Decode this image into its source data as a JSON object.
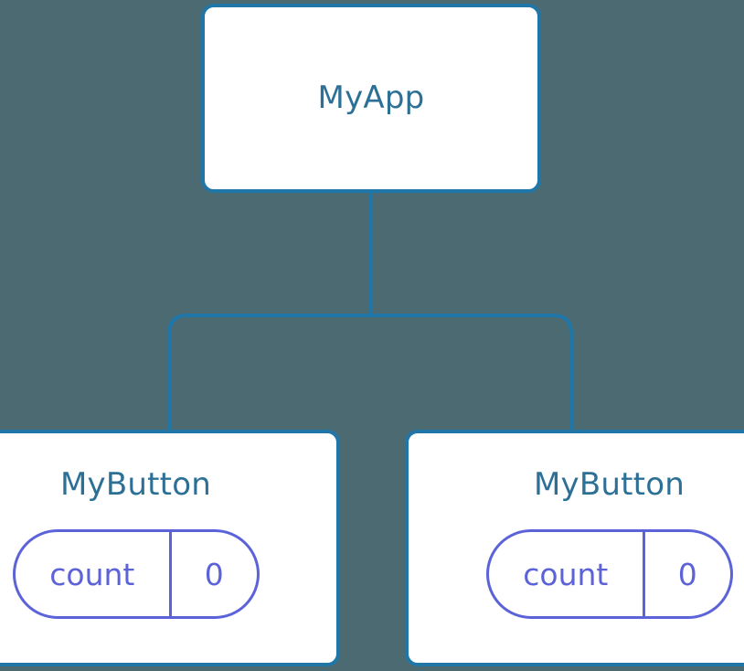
{
  "diagram": {
    "type": "component-tree",
    "background_color": "#4c6a72",
    "node_border_color": "#2176a8",
    "node_title_color": "#2d7095",
    "edge_color": "#2176a8",
    "state_accent_color": "#5c63d8",
    "node_fill_color": "#ffffff"
  },
  "root": {
    "title": "MyApp"
  },
  "children": [
    {
      "title": "MyButton",
      "state": {
        "key": "count",
        "value": "0"
      }
    },
    {
      "title": "MyButton",
      "state": {
        "key": "count",
        "value": "0"
      }
    }
  ]
}
